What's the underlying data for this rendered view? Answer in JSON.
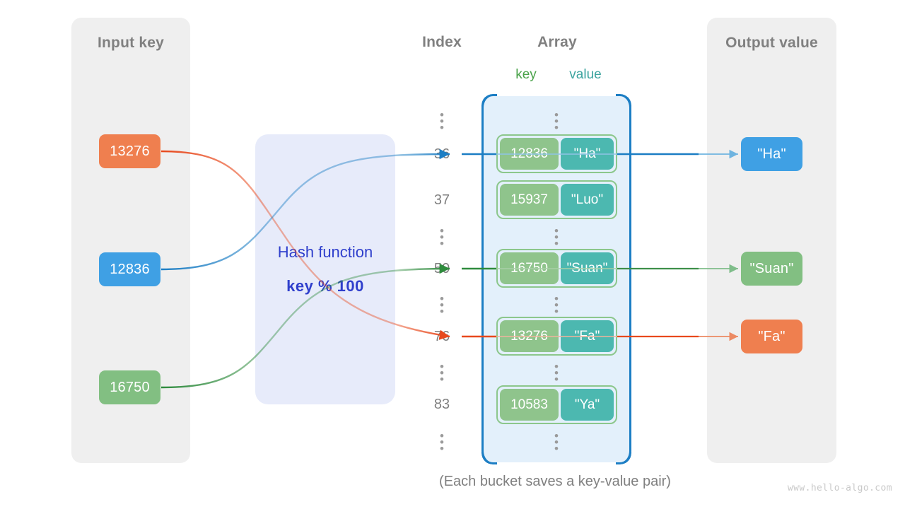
{
  "input_panel": {
    "title": "Input key",
    "keys": [
      {
        "label": "13276",
        "color": "#ef7f4f"
      },
      {
        "label": "12836",
        "color": "#3fa0e4"
      },
      {
        "label": "16750",
        "color": "#82bf82"
      }
    ]
  },
  "hash": {
    "label": "Hash function",
    "formula": "key % 100",
    "box_color": "#e7ebfa",
    "text_color": "#2f3fcc"
  },
  "columns": {
    "index_title": "Index",
    "array_title": "Array",
    "key_sub": "key",
    "value_sub": "value",
    "key_color": "#4aa24a",
    "value_color": "#3da49f"
  },
  "index_column": [
    {
      "type": "dots"
    },
    {
      "type": "label",
      "text": "36"
    },
    {
      "type": "label",
      "text": "37"
    },
    {
      "type": "dots"
    },
    {
      "type": "label",
      "text": "50"
    },
    {
      "type": "dots"
    },
    {
      "type": "label",
      "text": "76"
    },
    {
      "type": "dots"
    },
    {
      "type": "label",
      "text": "83"
    },
    {
      "type": "dots"
    }
  ],
  "array": {
    "container_color": "#e3f0fb",
    "border_color": "#1c7ec4",
    "key_color": "#8fc48c",
    "value_color": "#4cb8b0",
    "buckets": [
      {
        "index": "36",
        "key": "12836",
        "value": "\"Ha\""
      },
      {
        "index": "37",
        "key": "15937",
        "value": "\"Luo\""
      },
      {
        "index": "50",
        "key": "16750",
        "value": "\"Suan\""
      },
      {
        "index": "76",
        "key": "13276",
        "value": "\"Fa\""
      },
      {
        "index": "83",
        "key": "10583",
        "value": "\"Ya\""
      }
    ]
  },
  "output_panel": {
    "title": "Output value",
    "values": [
      {
        "label": "\"Ha\"",
        "color": "#3fa0e4"
      },
      {
        "label": "\"Suan\"",
        "color": "#82bf82"
      },
      {
        "label": "\"Fa\"",
        "color": "#ef7f4f"
      }
    ]
  },
  "caption": "(Each bucket saves a key-value pair)",
  "watermark": "www.hello-algo.com",
  "flows": [
    {
      "from_key": "13276",
      "to_index": "76",
      "color": "#e8491d"
    },
    {
      "from_key": "12836",
      "to_index": "36",
      "color": "#1c7ec4"
    },
    {
      "from_key": "16750",
      "to_index": "50",
      "color": "#2e8b3d"
    }
  ]
}
